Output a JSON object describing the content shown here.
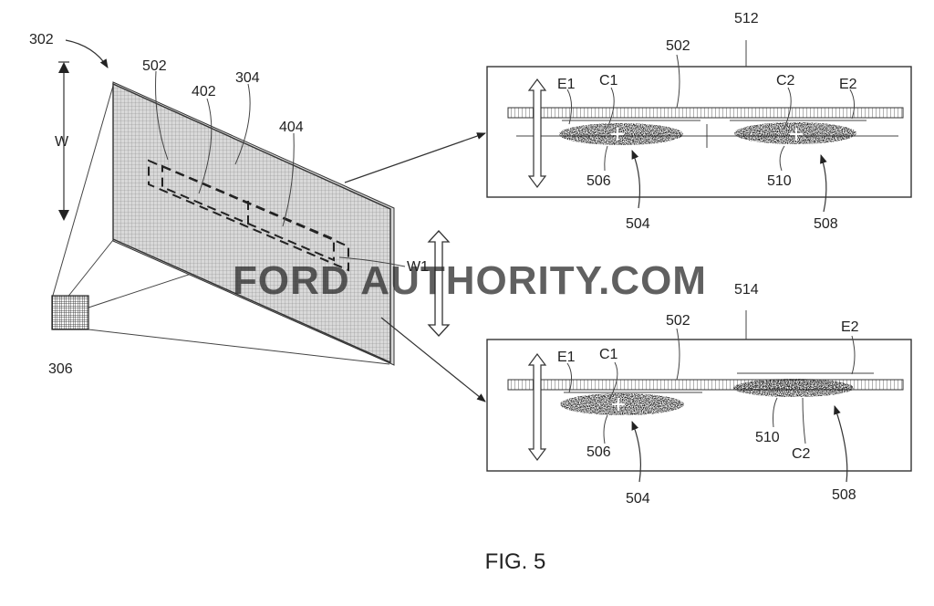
{
  "labels": {
    "main_ref": "302",
    "display_ref": "304",
    "pixel_ref": "306",
    "bar_ref": "502",
    "zone_ref_a": "402",
    "zone_ref_b": "404",
    "width_ref": "W",
    "width1_ref": "W1",
    "top_panel": {
      "panel_ref": "512",
      "bar_ref": "502",
      "e1": "E1",
      "c1": "C1",
      "c2": "C2",
      "e2": "E2",
      "blob1_ref": "506",
      "blob2_ref": "510",
      "group1_ref": "504",
      "group2_ref": "508"
    },
    "bottom_panel": {
      "panel_ref": "514",
      "bar_ref": "502",
      "e1": "E1",
      "c1": "C1",
      "c2": "C2",
      "e2": "E2",
      "blob1_ref": "506",
      "blob2_ref": "510",
      "group1_ref": "504",
      "group2_ref": "508"
    }
  },
  "caption": "FIG. 5",
  "watermark": "FORD AUTHORITY.COM",
  "colors": {
    "line": "#333333",
    "text": "#222222",
    "watermark": "#4a4a4a"
  }
}
